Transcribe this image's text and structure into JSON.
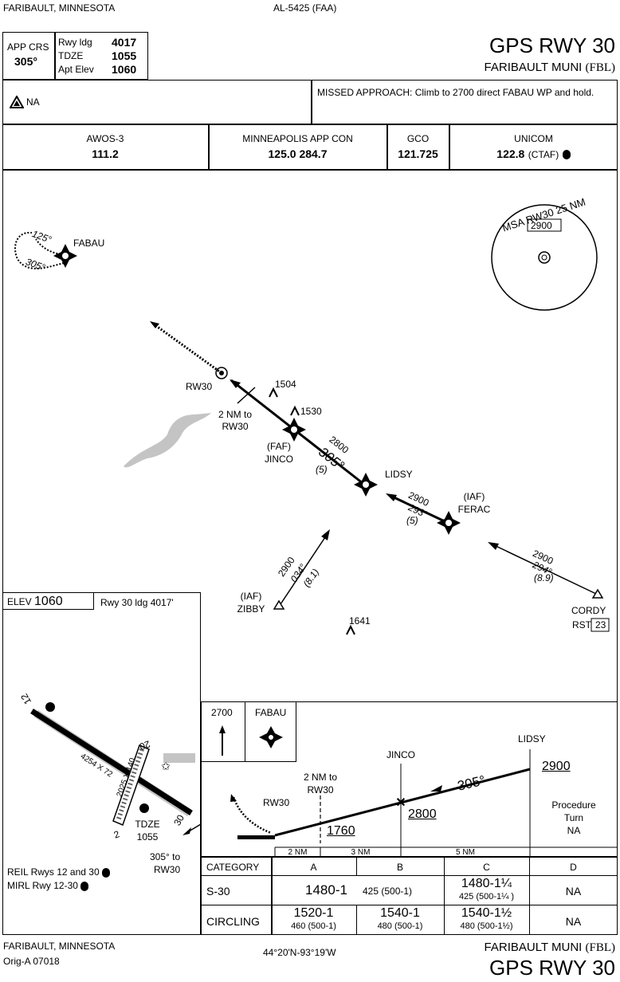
{
  "header": {
    "location": "FARIBAULT, MINNESOTA",
    "doc_id": "AL-5425 (FAA)",
    "title": "GPS RWY 30",
    "airport": "FARIBAULT MUNI",
    "airport_id": "(FBL)",
    "app_crs_label": "APP CRS",
    "app_crs": "305°",
    "rwy_ldg_label": "Rwy ldg",
    "rwy_ldg": "4017",
    "tdze_label": "TDZE",
    "tdze": "1055",
    "apt_elev_label": "Apt Elev",
    "apt_elev": "1060"
  },
  "notes": {
    "takeoff_na": "NA",
    "missed_approach": "MISSED APPROACH: Climb to 2700 direct FABAU WP and hold."
  },
  "comms": [
    {
      "name": "AWOS-3",
      "freq": "111.2"
    },
    {
      "name": "MINNEAPOLIS APP CON",
      "freq": "125.0  284.7"
    },
    {
      "name": "GCO",
      "freq": "121.725"
    },
    {
      "name": "UNICOM",
      "freq": "122.8",
      "suffix": "(CTAF)"
    }
  ],
  "plan": {
    "msa": "MSA RW30 25 NM",
    "msa_alt": "2900",
    "hold_in": "125°",
    "hold_out": "305°",
    "fabau": "FABAU",
    "rw30": "RW30",
    "two_nm": "2 NM to",
    "two_nm2": "RW30",
    "obst1": "1504",
    "obst2": "1530",
    "obst3": "1641",
    "faf": "(FAF)",
    "jinco": "JINCO",
    "seg1_alt": "2800",
    "seg1_crs": "305°",
    "seg1_dist": "(5)",
    "lidsy": "LIDSY",
    "seg2_alt": "2900",
    "seg2_crs": "293°",
    "seg2_dist": "(5)",
    "iaf": "(IAF)",
    "ferac": "FERAC",
    "zibby_alt": "2900",
    "zibby_crs": "034°",
    "zibby_dist": "(8.1)",
    "zibby": "ZIBBY",
    "cordy_alt": "2900",
    "cordy_crs": "294°",
    "cordy_dist": "(8.9)",
    "cordy": "CORDY",
    "rst": "RST",
    "rst_num": "23"
  },
  "airport_box": {
    "elev_label": "ELEV",
    "elev": "1060",
    "rwy_ldg": "Rwy 30 ldg 4017'",
    "rwy12": "12",
    "rwy20": "20",
    "rwy30": "30",
    "rwy2": "2",
    "dims1": "4254 X 72",
    "dims2": "2025 X 140",
    "tdze": "TDZE",
    "tdze_val": "1055",
    "crs_to": "305° to",
    "crs_to2": "RW30",
    "reil": "REIL Rwys 12 and 30",
    "mirl": "MIRL Rwy 12-30"
  },
  "profile": {
    "hold_alt": "2700",
    "hold_fix": "FABAU",
    "lidsy": "LIDSY",
    "lidsy_alt": "2900",
    "jinco": "JINCO",
    "jinco_alt": "2800",
    "crs": "305°",
    "two_nm": "2 NM to",
    "two_nm2": "RW30",
    "rw30": "RW30",
    "stepdown": "1760",
    "proc_turn": "Procedure",
    "proc_turn2": "Turn",
    "proc_turn3": "NA",
    "dist1": "2 NM",
    "dist2": "3 NM",
    "dist3": "5 NM"
  },
  "minimums": {
    "headers": [
      "CATEGORY",
      "A",
      "B",
      "C",
      "D"
    ],
    "s30_label": "S-30",
    "s30_ab": "1480-1",
    "s30_ab_sub": "425 (500-1)",
    "s30_c": "1480-1¼",
    "s30_c_sub": "425 (500-1¼ )",
    "s30_d": "NA",
    "circ_label": "CIRCLING",
    "circ_a": "1520-1",
    "circ_a_sub": "460 (500-1)",
    "circ_b": "1540-1",
    "circ_b_sub": "480 (500-1)",
    "circ_c": "1540-1½",
    "circ_c_sub": "480 (500-1½)",
    "circ_d": "NA"
  },
  "footer": {
    "location": "FARIBAULT, MINNESOTA",
    "orig": "Orig-A  07018",
    "coords": "44°20'N-93°19'W",
    "airport": "FARIBAULT MUNI",
    "airport_id": "(FBL)",
    "title": "GPS RWY 30"
  }
}
